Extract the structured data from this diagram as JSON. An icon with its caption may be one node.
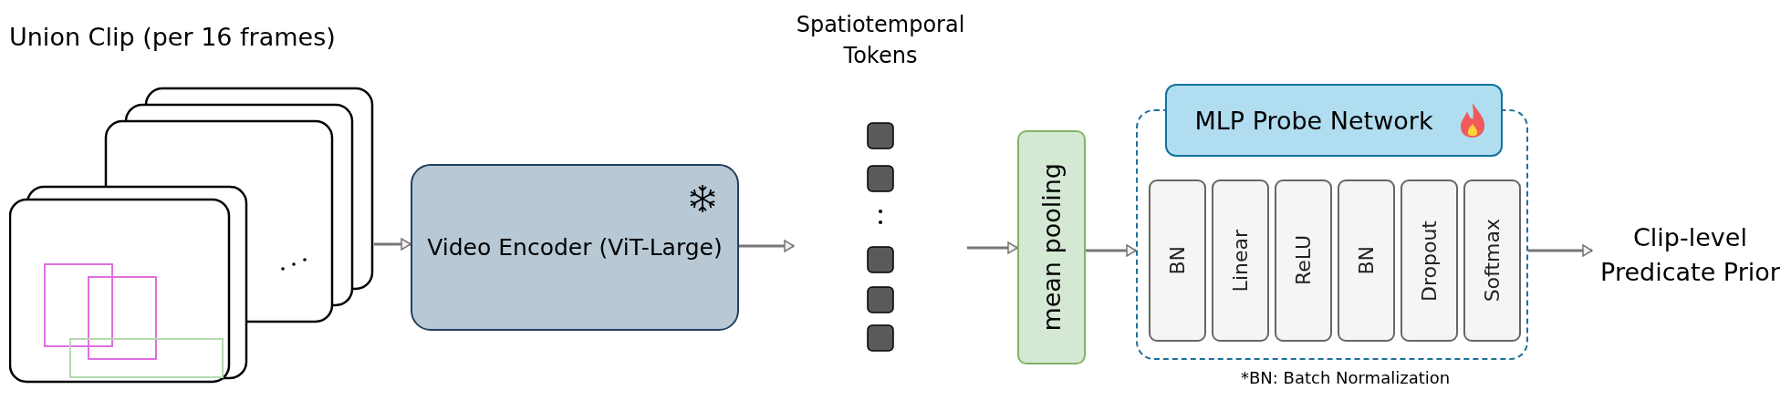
{
  "diagram": {
    "nodes": [
      {
        "text": [
          "Union Clip (per 16 frames)"
        ]
      },
      {
        "text": [
          "Video Encoder (ViT-Large)"
        ]
      },
      {
        "text": [
          "Spatiotemporal Tokens"
        ]
      },
      {
        "text": [
          "mean pooling"
        ]
      },
      {
        "text": [
          "MLP Probe Network"
        ]
      },
      {
        "text": [
          "BN"
        ],
        "in": 4
      },
      {
        "text": [
          "Linear"
        ],
        "in": 4
      },
      {
        "text": [
          "ReLU"
        ],
        "in": 4
      },
      {
        "text": [
          "BN"
        ],
        "in": 4
      },
      {
        "text": [
          "Dropout"
        ],
        "in": 4
      },
      {
        "text": [
          "Softmax"
        ],
        "in": 4
      },
      {
        "text": [
          "Clip-level Predicate Prior"
        ]
      }
    ],
    "edges": [
      {
        "from": 0,
        "to": 1,
        "arrow": "to"
      },
      {
        "from": 1,
        "to": 2,
        "arrow": "to"
      },
      {
        "from": 2,
        "to": 3,
        "arrow": "to"
      },
      {
        "from": 3,
        "to": 4,
        "arrow": "to"
      },
      {
        "from": 4,
        "to": 11,
        "arrow": "to"
      }
    ],
    "labels": [
      "*BN: Batch Normalization"
    ]
  }
}
